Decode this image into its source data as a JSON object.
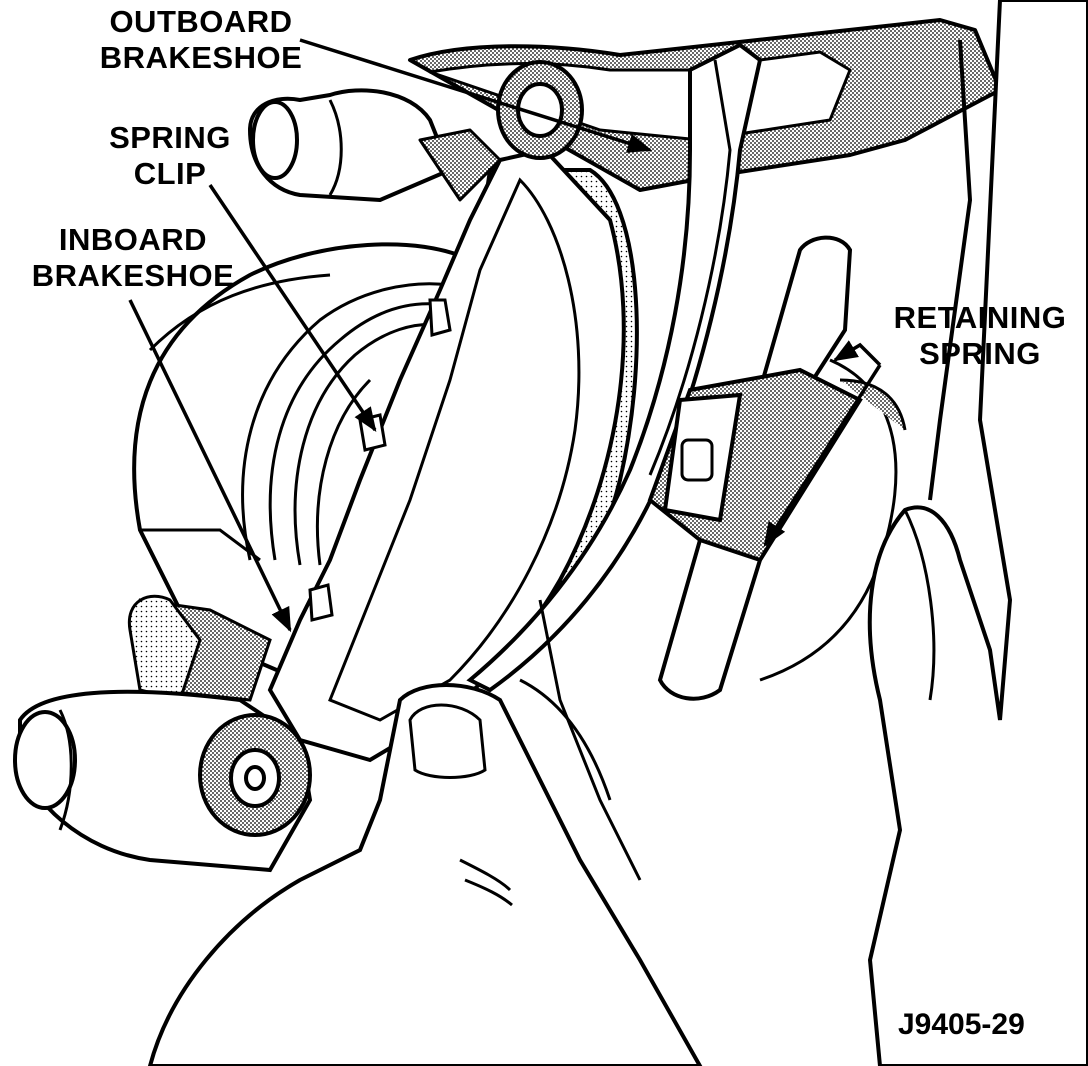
{
  "labels": {
    "outboard_brakeshoe": {
      "line1": "OUTBOARD",
      "line2": "BRAKESHOE"
    },
    "spring_clip": {
      "line1": "SPRING",
      "line2": "CLIP"
    },
    "inboard_brakeshoe": {
      "line1": "INBOARD",
      "line2": "BRAKESHOE"
    },
    "retaining_spring": {
      "line1": "RETAINING",
      "line2": "SPRING"
    }
  },
  "figure_id": "J9405-29",
  "colors": {
    "ink": "#000000",
    "paper": "#ffffff",
    "shade": "#9a9a9a"
  }
}
